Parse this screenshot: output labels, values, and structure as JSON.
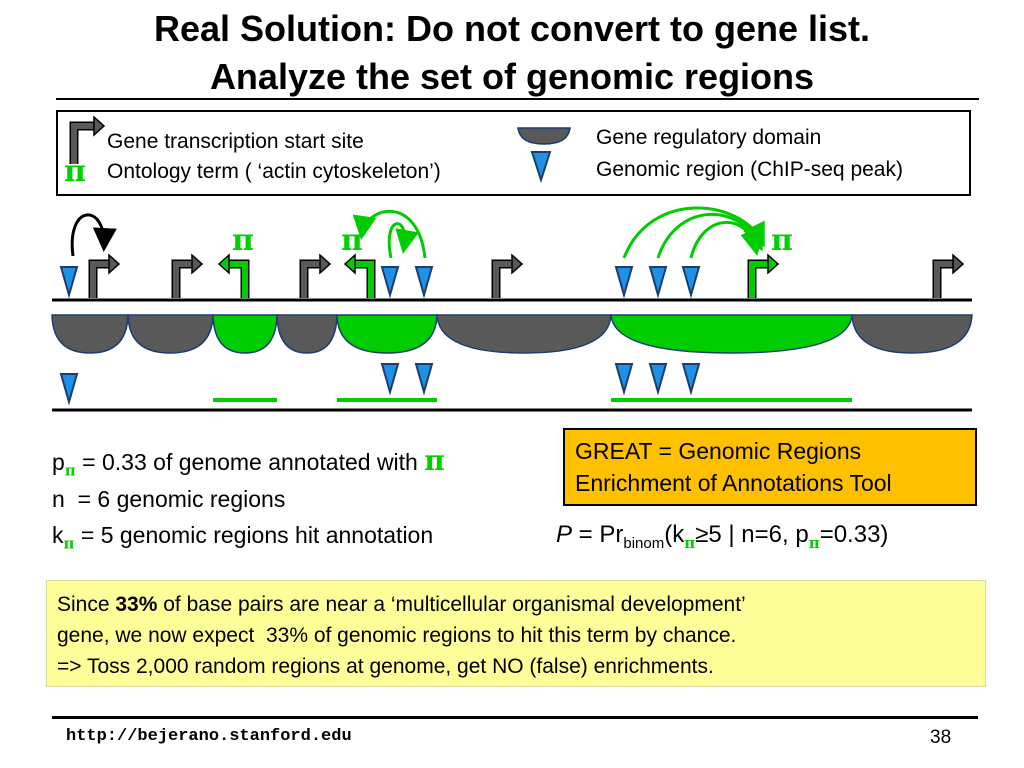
{
  "title": {
    "line1": "Real Solution: Do not convert to gene list.",
    "line2": "Analyze the set of genomic regions"
  },
  "legend": {
    "tss_label": "Gene transcription start site",
    "ontology_label": "Ontology term ( ‘actin cytoskeleton’)",
    "domain_label": "Gene regulatory domain",
    "region_label": "Genomic region (ChIP-seq peak)",
    "pi_symbol": "π"
  },
  "diagram": {
    "pi_symbol": "π",
    "colors": {
      "gene_gray": "#595959",
      "annotated_green": "#00cc00",
      "peak_blue": "#1e90e6",
      "peak_outline": "#1c3d6e"
    }
  },
  "stats": {
    "p_prefix": "p",
    "p_sub": "π",
    "p_text": " = 0.33 of genome annotated with ",
    "pi_symbol": "π",
    "n_text": "n  = 6 genomic regions",
    "k_prefix": "k",
    "k_sub": "π",
    "k_text": " = 5 genomic regions hit annotation"
  },
  "great": {
    "line1": "GREAT = Genomic Regions",
    "line2": "Enrichment of Annotations Tool"
  },
  "formula": {
    "P": "P",
    "eq": " = Pr",
    "binom": "binom",
    "open": "(k",
    "sub1": "π",
    "mid": "≥5 | n=6, p",
    "sub2": "π",
    "end": "=0.33)"
  },
  "note": {
    "since": "Since ",
    "pct": "33%",
    "rest1": " of base pairs are near a ‘multicellular organismal development’",
    "line2": "gene, we now expect  33% of genomic regions to hit this term by chance.",
    "line3": "=> Toss 2,000 random regions at genome, get NO (false) enrichments."
  },
  "footer": {
    "url": "http://bejerano.stanford.edu",
    "page": "38"
  }
}
